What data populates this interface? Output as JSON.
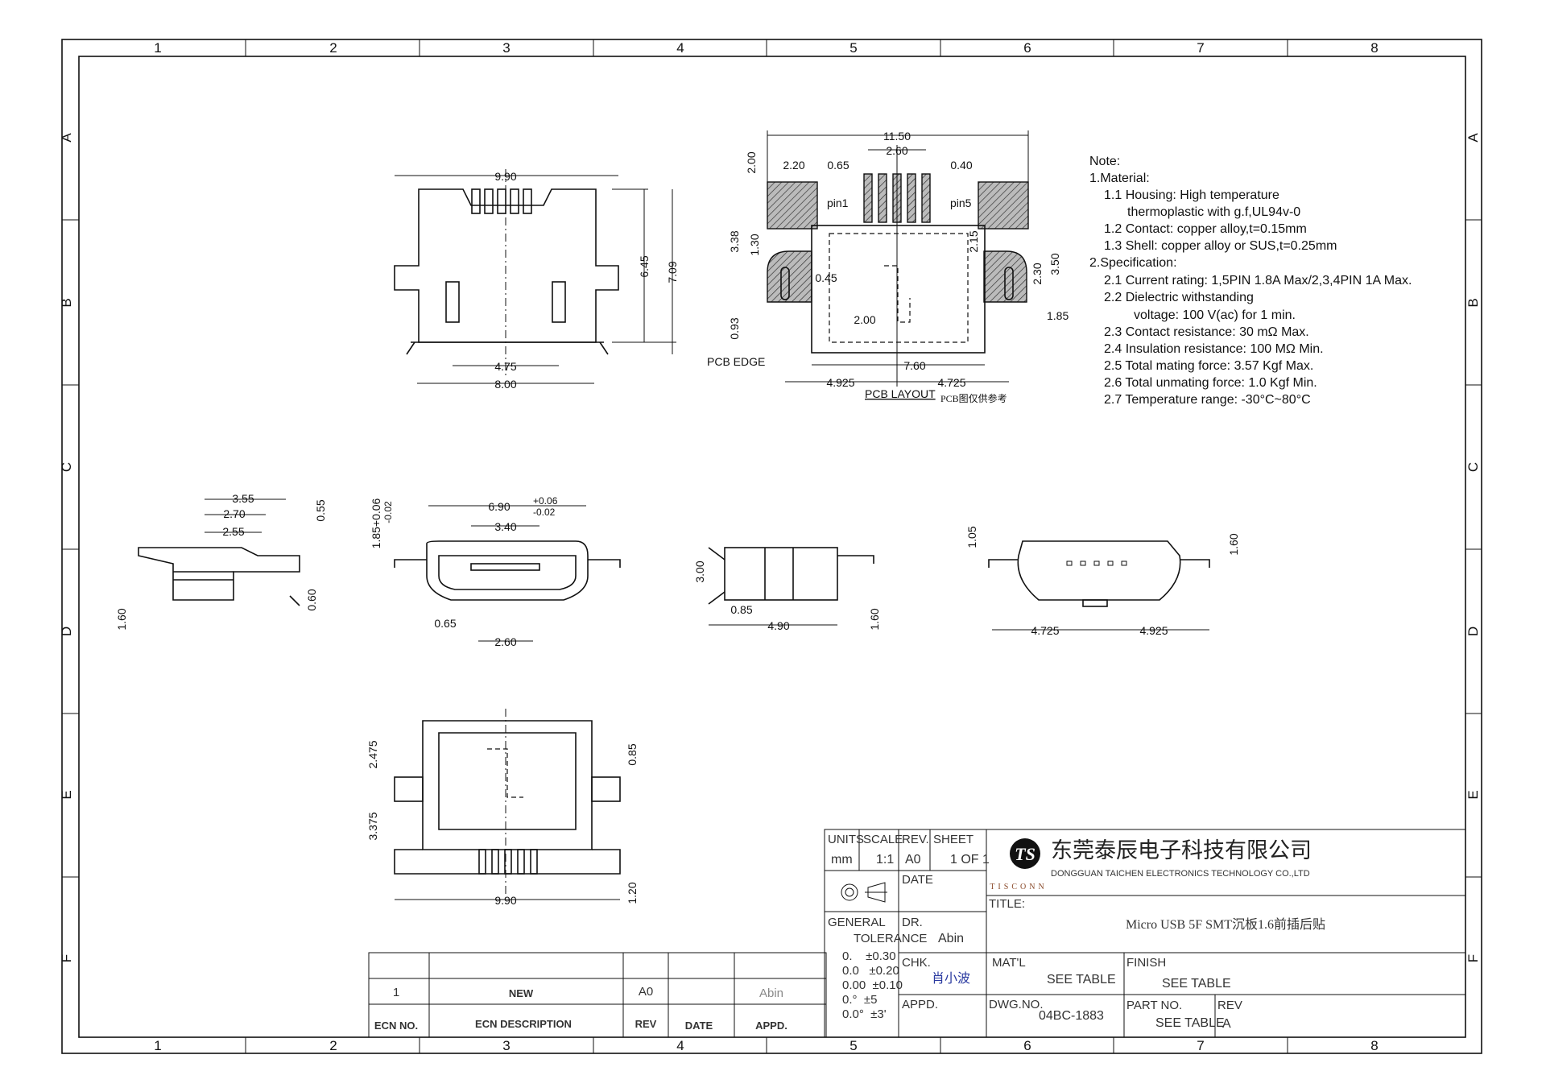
{
  "zones": {
    "columns": [
      "1",
      "2",
      "3",
      "4",
      "5",
      "6",
      "7",
      "8"
    ],
    "rows": [
      "A",
      "B",
      "C",
      "D",
      "E",
      "F"
    ]
  },
  "notes": {
    "heading": "Note:",
    "lines": [
      "1.Material:",
      "1.1 Housing: High  temperature",
      "thermoplastic  with  g.f,UL94v-0",
      "1.2  Contact: copper  alloy,t=0.15mm",
      "1.3  Shell: copper  alloy  or  SUS,t=0.25mm",
      "2.Specification:",
      "2.1  Current  rating: 1,5PIN  1.8A  Max/2,3,4PIN  1A  Max.",
      "2.2  Dielectric  withstanding",
      "voltage: 100  V(ac)  for  1  min.",
      "2.3  Contact  resistance: 30  mΩ  Max.",
      "2.4  Insulation  resistance: 100  MΩ  Min.",
      "2.5  Total  mating  force: 3.57  Kgf  Max.",
      "2.6  Total  unmating  force: 1.0  Kgf  Min.",
      "2.7  Temperature  range: -30°C~80°C"
    ]
  },
  "views": {
    "top": {
      "d1": "9.90",
      "d2": "6.45",
      "d3": "7.09",
      "d4": "4.75",
      "d5": "8.00"
    },
    "pcb": {
      "w": "11.50",
      "a": "2.20",
      "b": "0.65",
      "c": "2.60",
      "d": "0.40",
      "e": "2.00",
      "f": "3.38",
      "g": "1.30",
      "h": "0.45",
      "i": "2.15",
      "j": "2.30",
      "k": "3.50",
      "l": "1.85",
      "m": "2.00",
      "n": "0.93",
      "o": "7.60",
      "p": "4.925",
      "q": "4.725",
      "pin1": "pin1",
      "pin5": "pin5",
      "edge": "PCB EDGE",
      "title": "PCB LAYOUT",
      "note_cn": "PCB图仅供参考"
    },
    "side": {
      "a": "3.55",
      "b": "2.70",
      "c": "2.55",
      "d": "0.55",
      "e": "1.60",
      "f": "0.60"
    },
    "front": {
      "a": "6.90",
      "a_tol_up": "+0.06",
      "a_tol_dn": "-0.02",
      "b": "1.85+0.06",
      "b2": "-0.02",
      "c": "3.40",
      "d": "0.65",
      "e": "2.60"
    },
    "side2": {
      "a": "3.00",
      "b": "0.85",
      "c": "4.90",
      "d": "1.60"
    },
    "rear": {
      "a": "1.05",
      "b": "1.60",
      "c": "4.725",
      "d": "4.925"
    },
    "bottom": {
      "a": "2.475",
      "b": "0.85",
      "c": "3.375",
      "d": "9.90",
      "e": "1.20"
    }
  },
  "ecn_table": {
    "row": {
      "ecn_no": "1",
      "description": "NEW",
      "rev": "A0",
      "date": "",
      "appd": "Abin"
    },
    "headers": {
      "ecn_no": "ECN NO.",
      "description": "ECN  DESCRIPTION",
      "rev": "REV",
      "date": "DATE",
      "appd": "APPD."
    }
  },
  "title_block": {
    "units_label": "UNITS",
    "units": "mm",
    "scale_label": "SCALE",
    "scale": "1:1",
    "rev_label": "REV.",
    "rev": "A0",
    "sheet_label": "SHEET",
    "sheet": "1  OF  1",
    "date_label": "DATE",
    "tolerance_label1": "GENERAL",
    "tolerance_label2": "TOLERANCE",
    "tolerances": [
      "0.    ±0.30",
      "0.0   ±0.20",
      "0.00  ±0.10",
      "0.°  ±5",
      "0.0°  ±3'"
    ],
    "dr_label": "DR.",
    "dr": "Abin",
    "chk_label": "CHK.",
    "chk": "肖小波",
    "appd_label": "APPD.",
    "company_cn": "东莞泰辰电子科技有限公司",
    "company_en": "DONGGUAN  TAICHEN  ELECTRONICS  TECHNOLOGY  CO.,LTD",
    "logo_text": "TISCONN",
    "title_label": "TITLE:",
    "title": "Micro USB 5F SMT沉板1.6前插后贴",
    "matl_label": "MAT'L",
    "matl": "SEE  TABLE",
    "finish_label": "FINISH",
    "finish": "SEE  TABLE",
    "dwg_label": "DWG.NO.",
    "dwg": "04BC-1883",
    "part_label": "PART  NO.",
    "part": "SEE  TABLE",
    "rev2_label": "REV",
    "rev2": "A"
  },
  "colors": {
    "line": "#111111",
    "chk_ink": "#2a3aa0"
  }
}
